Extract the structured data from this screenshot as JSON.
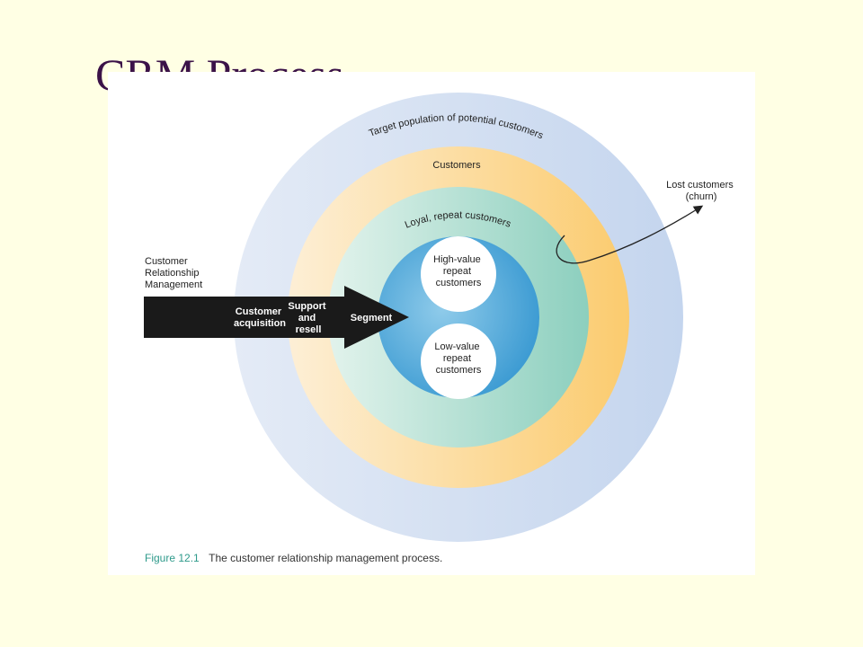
{
  "slide": {
    "title": "CRM Process"
  },
  "figure": {
    "ring_labels": {
      "target": "Target population of potential customers",
      "customers": "Customers",
      "loyal": "Loyal, repeat customers"
    },
    "inner_circles": {
      "high_value": [
        "High-value",
        "repeat",
        "customers"
      ],
      "low_value": [
        "Low-value",
        "repeat",
        "customers"
      ]
    },
    "left_label": [
      "Customer",
      "Relationship",
      "Management"
    ],
    "arrow_labels": {
      "acquisition": [
        "Customer",
        "acquisition"
      ],
      "support": [
        "Support",
        "and",
        "resell"
      ],
      "segment": "Segment"
    },
    "churn_label": [
      "Lost customers",
      "(churn)"
    ],
    "caption": {
      "number": "Figure 12.1",
      "text": "The customer relationship management process."
    }
  },
  "colors": {
    "background": "#FFFFE4",
    "title": "#3B1248",
    "outer_ring": "#C9D9EE",
    "customers_ring": "#FBD38A",
    "loyal_ring": "#9FD6C6",
    "core": "#4FA8D8",
    "arrow": "#1A1A1A",
    "caption_number": "#2E9A8B"
  }
}
